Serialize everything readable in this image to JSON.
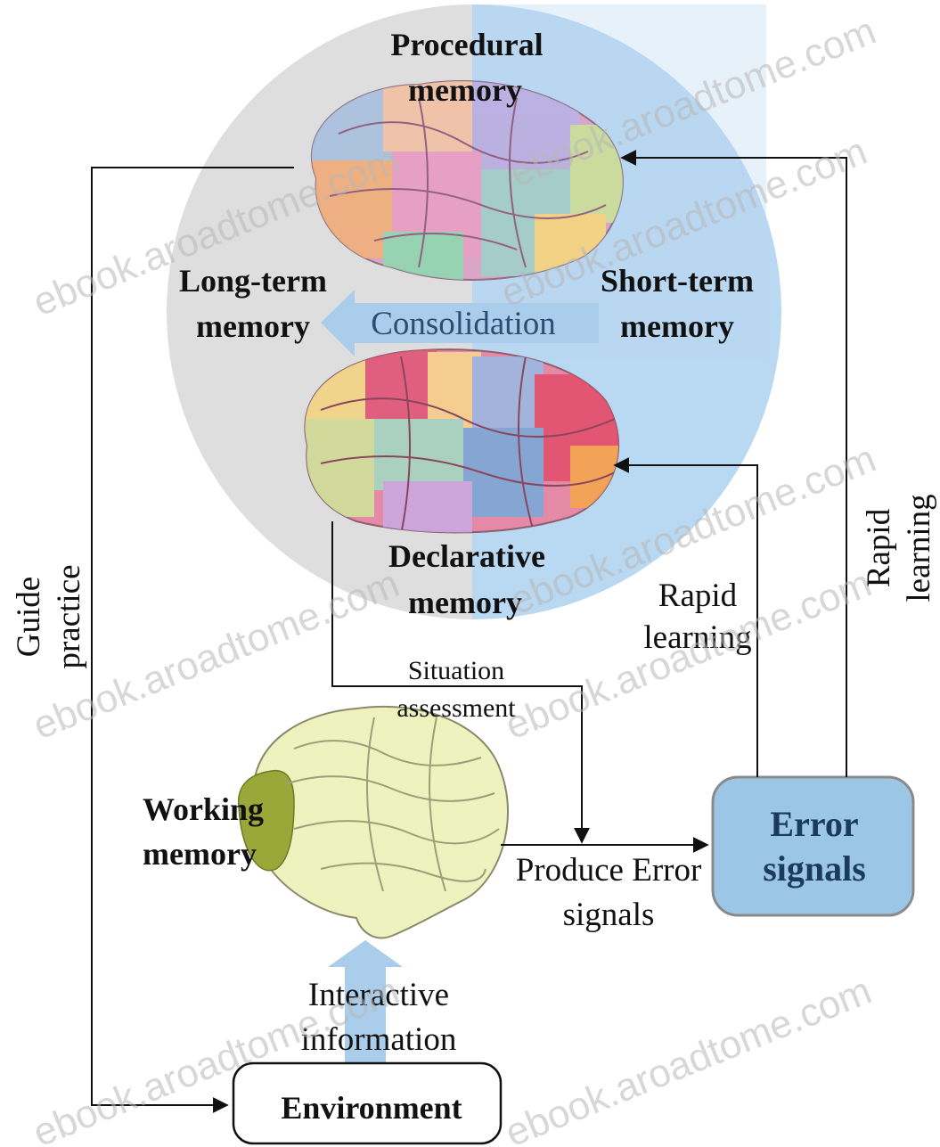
{
  "labels": {
    "procedural_line1": "Procedural",
    "procedural_line2": "memory",
    "long_term_line1": "Long-term",
    "long_term_line2": "memory",
    "short_term_line1": "Short-term",
    "short_term_line2": "memory",
    "consolidation": "Consolidation",
    "declarative_line1": "Declarative",
    "declarative_line2": "memory",
    "guide_practice_line1": "Guide",
    "guide_practice_line2": "practice",
    "situation_line1": "Situation",
    "situation_line2": "assessment",
    "rapid_learning_mid_line1": "Rapid",
    "rapid_learning_mid_line2": "learning",
    "rapid_learning_right_line1": "Rapid",
    "rapid_learning_right_line2": "learning",
    "working_line1": "Working",
    "working_line2": "memory",
    "produce_line1": "Produce Error",
    "produce_line2": "signals",
    "error_line1": "Error",
    "error_line2": "signals",
    "interactive_line1": "Interactive",
    "interactive_line2": "information",
    "environment": "Environment"
  },
  "watermarks": [
    "ebook.aroadtome.com",
    "ebook.aroadtome.com",
    "ebook.aroadtome.com",
    "ebook.aroadtome.com",
    "ebook.aroadtome.com",
    "ebook.aroadtome.com",
    "ebook.aroadtome.com",
    "ebook.aroadtome.com"
  ],
  "colors": {
    "circle_left": "#dedede",
    "circle_right": "#b9d8f1",
    "consolidation_arrow": "#a9cdea",
    "error_box_fill": "#9cc6e6",
    "error_box_stroke": "#8a8a8a",
    "line": "#111111",
    "working_brain": "#eef2bf",
    "frontal_lobe": "#9aa83a"
  }
}
